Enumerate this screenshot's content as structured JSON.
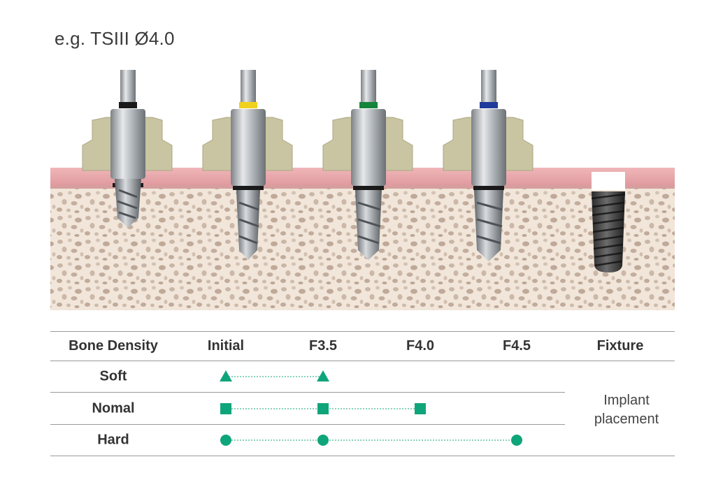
{
  "title": "e.g. TSIII Ø4.0",
  "illustration": {
    "drills": [
      {
        "name": "Initial",
        "band_color": "#1a1a1a",
        "depth": "shallow"
      },
      {
        "name": "F3.5",
        "band_color": "#f0d21e",
        "depth": "deep"
      },
      {
        "name": "F4.0",
        "band_color": "#14843a",
        "depth": "deep"
      },
      {
        "name": "F4.5",
        "band_color": "#1f3a9a",
        "depth": "deep"
      }
    ],
    "implant": "Fixture"
  },
  "table": {
    "headers": {
      "bone_density": "Bone Density",
      "initial": "Initial",
      "f35": "F3.5",
      "f40": "F4.0",
      "f45": "F4.5",
      "fixture": "Fixture"
    },
    "rows": [
      {
        "label": "Soft",
        "marker": "triangle",
        "steps": [
          "Initial",
          "F3.5"
        ]
      },
      {
        "label": "Nomal",
        "marker": "square",
        "steps": [
          "Initial",
          "F3.5",
          "F4.0"
        ]
      },
      {
        "label": "Hard",
        "marker": "circle",
        "steps": [
          "Initial",
          "F3.5",
          "F4.5"
        ]
      }
    ],
    "note_line1": "Implant",
    "note_line2": "placement"
  },
  "colors": {
    "accent": "#0fa57a",
    "gum": "#e8a8ac",
    "bone": "#f1e6d9",
    "guide": "#cfcbb0",
    "steel": "#b8bcc0"
  }
}
